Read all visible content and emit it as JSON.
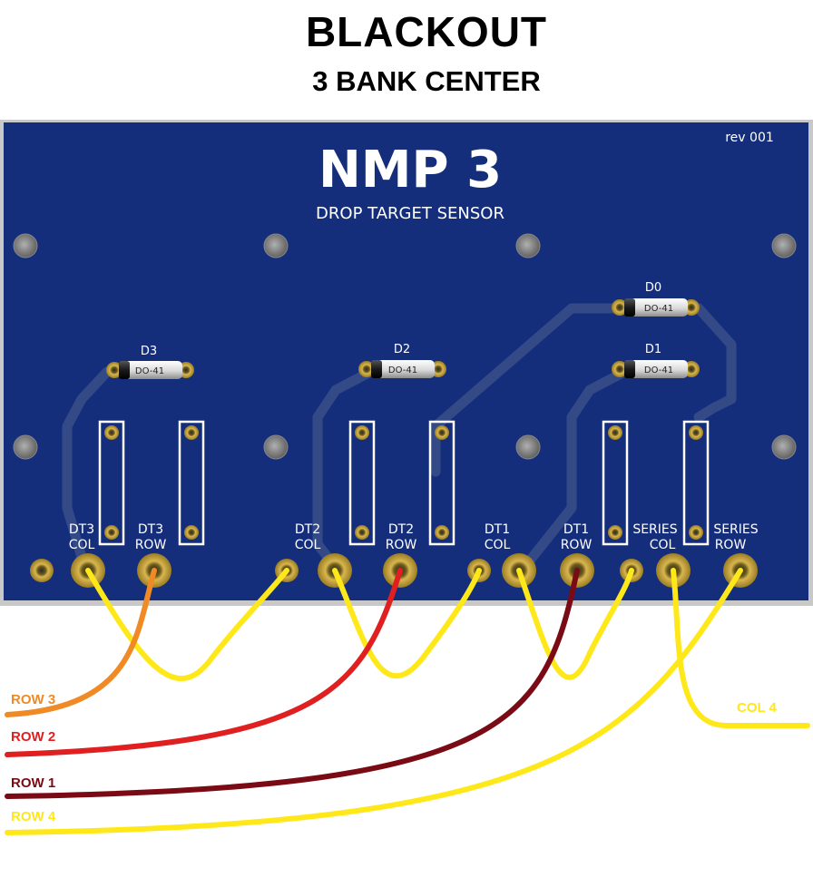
{
  "title": "BLACKOUT",
  "subtitle": "3 BANK CENTER",
  "board": {
    "name": "NMP 3",
    "description": "DROP TARGET SENSOR",
    "revision": "rev 001",
    "color": "#152e7c"
  },
  "diodes": [
    {
      "label": "D3",
      "package": "DO-41"
    },
    {
      "label": "D2",
      "package": "DO-41"
    },
    {
      "label": "D0",
      "package": "DO-41"
    },
    {
      "label": "D1",
      "package": "DO-41"
    }
  ],
  "terminals": [
    {
      "line1": "DT3",
      "line2": "COL"
    },
    {
      "line1": "DT3",
      "line2": "ROW"
    },
    {
      "line1": "DT2",
      "line2": "COL"
    },
    {
      "line1": "DT2",
      "line2": "ROW"
    },
    {
      "line1": "DT1",
      "line2": "COL"
    },
    {
      "line1": "DT1",
      "line2": "ROW"
    },
    {
      "line1": "SERIES",
      "line2": "COL"
    },
    {
      "line1": "SERIES",
      "line2": "ROW"
    }
  ],
  "wires": [
    {
      "label": "ROW 3",
      "color": "#f08a24"
    },
    {
      "label": "ROW 2",
      "color": "#e02020"
    },
    {
      "label": "ROW 1",
      "color": "#7a0a14"
    },
    {
      "label": "ROW 4",
      "color": "#ffe81a"
    },
    {
      "label": "COL 4",
      "color": "#ffe81a"
    }
  ]
}
